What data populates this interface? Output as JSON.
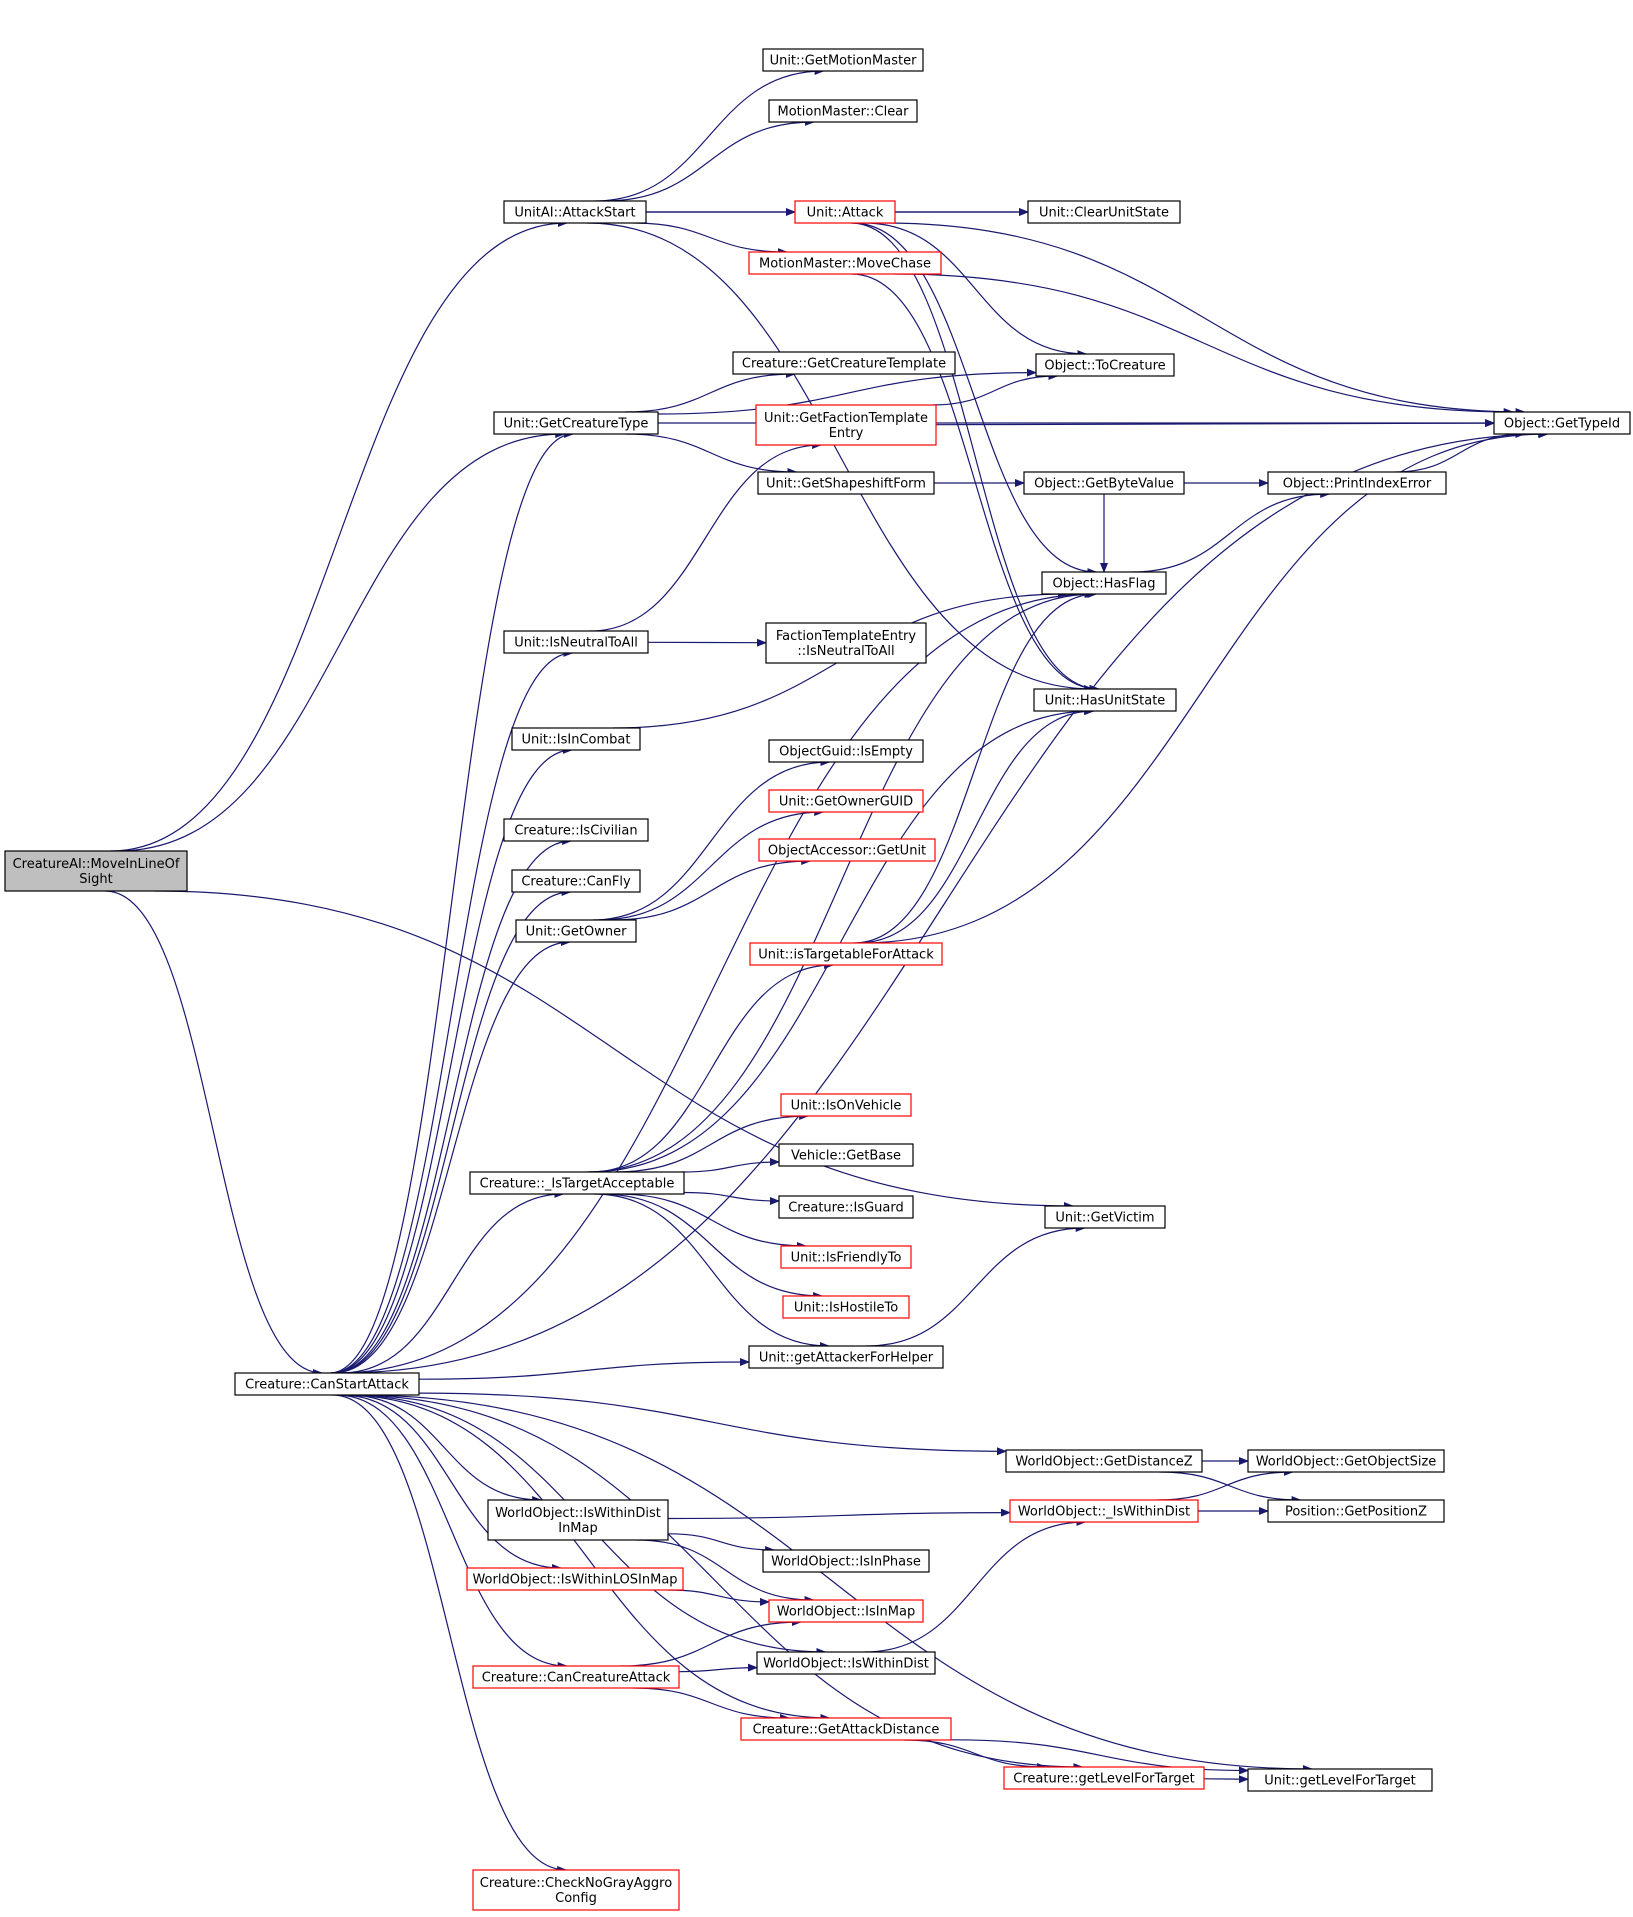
{
  "colors": {
    "edge": "#191970",
    "arrowhead": "#191970",
    "node_border": "#000000",
    "node_border_highlight": "#ff0000",
    "node_fill": "#ffffff",
    "root_fill": "#bfbfbf"
  },
  "nodes": [
    {
      "id": "root",
      "label": [
        "CreatureAI::MoveInLineOf",
        "Sight"
      ],
      "style": "root"
    },
    {
      "id": "attackstart",
      "label": [
        "UnitAI::AttackStart"
      ],
      "style": "normal"
    },
    {
      "id": "getcreaturetype",
      "label": [
        "Unit::GetCreatureType"
      ],
      "style": "normal"
    },
    {
      "id": "canstartattack",
      "label": [
        "Creature::CanStartAttack"
      ],
      "style": "normal"
    },
    {
      "id": "getmotionmaster",
      "label": [
        "Unit::GetMotionMaster"
      ],
      "style": "normal"
    },
    {
      "id": "mmclear",
      "label": [
        "MotionMaster::Clear"
      ],
      "style": "normal"
    },
    {
      "id": "unitattack",
      "label": [
        "Unit::Attack"
      ],
      "style": "red"
    },
    {
      "id": "movechase",
      "label": [
        "MotionMaster::MoveChase"
      ],
      "style": "red"
    },
    {
      "id": "getcreaturetemplate",
      "label": [
        "Creature::GetCreatureTemplate"
      ],
      "style": "normal"
    },
    {
      "id": "getfactiontemplate",
      "label": [
        "Unit::GetFactionTemplate",
        "Entry"
      ],
      "style": "red"
    },
    {
      "id": "getshapeshift",
      "label": [
        "Unit::GetShapeshiftForm"
      ],
      "style": "normal"
    },
    {
      "id": "clearunitstate",
      "label": [
        "Unit::ClearUnitState"
      ],
      "style": "normal"
    },
    {
      "id": "tocreature",
      "label": [
        "Object::ToCreature"
      ],
      "style": "normal"
    },
    {
      "id": "getbytevalue",
      "label": [
        "Object::GetByteValue"
      ],
      "style": "normal"
    },
    {
      "id": "hasflag",
      "label": [
        "Object::HasFlag"
      ],
      "style": "normal"
    },
    {
      "id": "printindexerror",
      "label": [
        "Object::PrintIndexError"
      ],
      "style": "normal"
    },
    {
      "id": "gettypeid",
      "label": [
        "Object::GetTypeId"
      ],
      "style": "normal"
    },
    {
      "id": "isneutraltoall",
      "label": [
        "Unit::IsNeutralToAll"
      ],
      "style": "normal"
    },
    {
      "id": "fte_isneutral",
      "label": [
        "FactionTemplateEntry",
        "::IsNeutralToAll"
      ],
      "style": "normal"
    },
    {
      "id": "isincombat",
      "label": [
        "Unit::IsInCombat"
      ],
      "style": "normal"
    },
    {
      "id": "hasunitstate",
      "label": [
        "Unit::HasUnitState"
      ],
      "style": "normal"
    },
    {
      "id": "iscivilian",
      "label": [
        "Creature::IsCivilian"
      ],
      "style": "normal"
    },
    {
      "id": "canfly",
      "label": [
        "Creature::CanFly"
      ],
      "style": "normal"
    },
    {
      "id": "getowner",
      "label": [
        "Unit::GetOwner"
      ],
      "style": "normal"
    },
    {
      "id": "guidisempty",
      "label": [
        "ObjectGuid::IsEmpty"
      ],
      "style": "normal"
    },
    {
      "id": "getownerguid",
      "label": [
        "Unit::GetOwnerGUID"
      ],
      "style": "red"
    },
    {
      "id": "oa_getunit",
      "label": [
        "ObjectAccessor::GetUnit"
      ],
      "style": "red"
    },
    {
      "id": "istargetable",
      "label": [
        "Unit::isTargetableForAttack"
      ],
      "style": "red"
    },
    {
      "id": "istargetacceptable",
      "label": [
        "Creature::_IsTargetAcceptable"
      ],
      "style": "normal"
    },
    {
      "id": "isonvehicle",
      "label": [
        "Unit::IsOnVehicle"
      ],
      "style": "red"
    },
    {
      "id": "vehiclegetbase",
      "label": [
        "Vehicle::GetBase"
      ],
      "style": "normal"
    },
    {
      "id": "isguard",
      "label": [
        "Creature::IsGuard"
      ],
      "style": "normal"
    },
    {
      "id": "isfriendlyto",
      "label": [
        "Unit::IsFriendlyTo"
      ],
      "style": "red"
    },
    {
      "id": "ishostileto",
      "label": [
        "Unit::IsHostileTo"
      ],
      "style": "red"
    },
    {
      "id": "getattackerforhelper",
      "label": [
        "Unit::getAttackerForHelper"
      ],
      "style": "normal"
    },
    {
      "id": "getvictim",
      "label": [
        "Unit::GetVictim"
      ],
      "style": "normal"
    },
    {
      "id": "getdistancez",
      "label": [
        "WorldObject::GetDistanceZ"
      ],
      "style": "normal"
    },
    {
      "id": "getobjectsize",
      "label": [
        "WorldObject::GetObjectSize"
      ],
      "style": "normal"
    },
    {
      "id": "_iswithindist",
      "label": [
        "WorldObject::_IsWithinDist"
      ],
      "style": "red"
    },
    {
      "id": "getpositionz",
      "label": [
        "Position::GetPositionZ"
      ],
      "style": "normal"
    },
    {
      "id": "iswithindistinmap",
      "label": [
        "WorldObject::IsWithinDist",
        "InMap"
      ],
      "style": "normal"
    },
    {
      "id": "isinphase",
      "label": [
        "WorldObject::IsInPhase"
      ],
      "style": "normal"
    },
    {
      "id": "iswithinlos",
      "label": [
        "WorldObject::IsWithinLOSInMap"
      ],
      "style": "red"
    },
    {
      "id": "isinmap",
      "label": [
        "WorldObject::IsInMap"
      ],
      "style": "red"
    },
    {
      "id": "iswithindist",
      "label": [
        "WorldObject::IsWithinDist"
      ],
      "style": "normal"
    },
    {
      "id": "cancreatureattack",
      "label": [
        "Creature::CanCreatureAttack"
      ],
      "style": "red"
    },
    {
      "id": "getattackdistance",
      "label": [
        "Creature::GetAttackDistance"
      ],
      "style": "red"
    },
    {
      "id": "c_getlevelfortarget",
      "label": [
        "Creature::getLevelForTarget"
      ],
      "style": "red"
    },
    {
      "id": "u_getlevelfortarget",
      "label": [
        "Unit::getLevelForTarget"
      ],
      "style": "normal"
    },
    {
      "id": "checknograyaggro",
      "label": [
        "Creature::CheckNoGrayAggro",
        "Config"
      ],
      "style": "red"
    }
  ],
  "edges": [
    [
      "root",
      "attackstart"
    ],
    [
      "root",
      "getcreaturetype"
    ],
    [
      "root",
      "canstartattack"
    ],
    [
      "root",
      "getvictim"
    ],
    [
      "attackstart",
      "getmotionmaster"
    ],
    [
      "attackstart",
      "mmclear"
    ],
    [
      "attackstart",
      "unitattack"
    ],
    [
      "attackstart",
      "movechase"
    ],
    [
      "attackstart",
      "clearunitstate"
    ],
    [
      "attackstart",
      "hasunitstate"
    ],
    [
      "unitattack",
      "clearunitstate"
    ],
    [
      "unitattack",
      "tocreature"
    ],
    [
      "unitattack",
      "gettypeid"
    ],
    [
      "unitattack",
      "hasflag"
    ],
    [
      "unitattack",
      "hasunitstate"
    ],
    [
      "movechase",
      "gettypeid"
    ],
    [
      "movechase",
      "hasunitstate"
    ],
    [
      "getcreaturetype",
      "getcreaturetemplate"
    ],
    [
      "getcreaturetype",
      "tocreature"
    ],
    [
      "getcreaturetype",
      "getshapeshift"
    ],
    [
      "getcreaturetype",
      "gettypeid"
    ],
    [
      "getfactiontemplate",
      "gettypeid"
    ],
    [
      "getfactiontemplate",
      "tocreature"
    ],
    [
      "getshapeshift",
      "getbytevalue"
    ],
    [
      "getbytevalue",
      "hasflag"
    ],
    [
      "getbytevalue",
      "printindexerror"
    ],
    [
      "printindexerror",
      "gettypeid"
    ],
    [
      "hasflag",
      "printindexerror"
    ],
    [
      "isneutraltoall",
      "fte_isneutral"
    ],
    [
      "isneutraltoall",
      "getfactiontemplate"
    ],
    [
      "isincombat",
      "hasflag"
    ],
    [
      "getowner",
      "guidisempty"
    ],
    [
      "getowner",
      "getownerguid"
    ],
    [
      "getowner",
      "oa_getunit"
    ],
    [
      "istargetable",
      "hasflag"
    ],
    [
      "istargetable",
      "hasunitstate"
    ],
    [
      "istargetable",
      "gettypeid"
    ],
    [
      "istargetacceptable",
      "istargetable"
    ],
    [
      "istargetacceptable",
      "hasflag"
    ],
    [
      "istargetacceptable",
      "hasunitstate"
    ],
    [
      "istargetacceptable",
      "isonvehicle"
    ],
    [
      "istargetacceptable",
      "vehiclegetbase"
    ],
    [
      "istargetacceptable",
      "isguard"
    ],
    [
      "istargetacceptable",
      "isfriendlyto"
    ],
    [
      "istargetacceptable",
      "ishostileto"
    ],
    [
      "istargetacceptable",
      "getattackerforhelper"
    ],
    [
      "getattackerforhelper",
      "getvictim"
    ],
    [
      "canstartattack",
      "getcreaturetype"
    ],
    [
      "canstartattack",
      "hasflag"
    ],
    [
      "canstartattack",
      "isneutraltoall"
    ],
    [
      "canstartattack",
      "isincombat"
    ],
    [
      "canstartattack",
      "iscivilian"
    ],
    [
      "canstartattack",
      "canfly"
    ],
    [
      "canstartattack",
      "getowner"
    ],
    [
      "canstartattack",
      "istargetacceptable"
    ],
    [
      "canstartattack",
      "getattackerforhelper"
    ],
    [
      "canstartattack",
      "gettypeid"
    ],
    [
      "canstartattack",
      "getdistancez"
    ],
    [
      "canstartattack",
      "iswithindistinmap"
    ],
    [
      "canstartattack",
      "iswithinlos"
    ],
    [
      "canstartattack",
      "iswithindist"
    ],
    [
      "canstartattack",
      "cancreatureattack"
    ],
    [
      "canstartattack",
      "getattackdistance"
    ],
    [
      "canstartattack",
      "c_getlevelfortarget"
    ],
    [
      "canstartattack",
      "u_getlevelfortarget"
    ],
    [
      "canstartattack",
      "checknograyaggro"
    ],
    [
      "getdistancez",
      "getobjectsize"
    ],
    [
      "getdistancez",
      "getpositionz"
    ],
    [
      "_iswithindist",
      "getobjectsize"
    ],
    [
      "_iswithindist",
      "getpositionz"
    ],
    [
      "iswithindistinmap",
      "_iswithindist"
    ],
    [
      "iswithindistinmap",
      "isinphase"
    ],
    [
      "iswithindistinmap",
      "isinmap"
    ],
    [
      "iswithinlos",
      "isinmap"
    ],
    [
      "iswithindist",
      "_iswithindist"
    ],
    [
      "cancreatureattack",
      "isinmap"
    ],
    [
      "cancreatureattack",
      "iswithindist"
    ],
    [
      "cancreatureattack",
      "getattackdistance"
    ],
    [
      "getattackdistance",
      "c_getlevelfortarget"
    ],
    [
      "getattackdistance",
      "u_getlevelfortarget"
    ],
    [
      "c_getlevelfortarget",
      "u_getlevelfortarget"
    ]
  ]
}
